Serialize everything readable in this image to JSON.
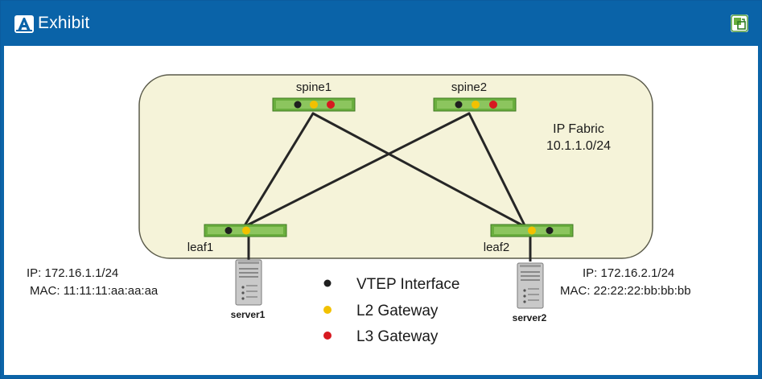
{
  "window": {
    "title": "Exhibit",
    "title_icon": "exhibit-logo-icon",
    "button_icon": "expand-icon"
  },
  "colors": {
    "titlebar": "#0a63a8",
    "fabric_fill": "#f5f3d9",
    "device_green": "#6aae3e",
    "vtep": "#1f1f1f",
    "l2_gateway": "#f2c100",
    "l3_gateway": "#d71920",
    "link": "#262626"
  },
  "fabric": {
    "label": "IP Fabric",
    "subnet": "10.1.1.0/24"
  },
  "devices": {
    "spine1": {
      "label": "spine1"
    },
    "spine2": {
      "label": "spine2"
    },
    "leaf1": {
      "label": "leaf1"
    },
    "leaf2": {
      "label": "leaf2"
    }
  },
  "servers": {
    "server1": {
      "label": "server1",
      "ip": "IP: 172.16.1.1/24",
      "mac": "MAC: 11:11:11:aa:aa:aa"
    },
    "server2": {
      "label": "server2",
      "ip": "IP: 172.16.2.1/24",
      "mac": "MAC: 22:22:22:bb:bb:bb"
    }
  },
  "legend": {
    "items": [
      {
        "label": "VTEP Interface",
        "color": "#1f1f1f"
      },
      {
        "label": "L2 Gateway",
        "color": "#f2c100"
      },
      {
        "label": "L3 Gateway",
        "color": "#d71920"
      }
    ]
  }
}
